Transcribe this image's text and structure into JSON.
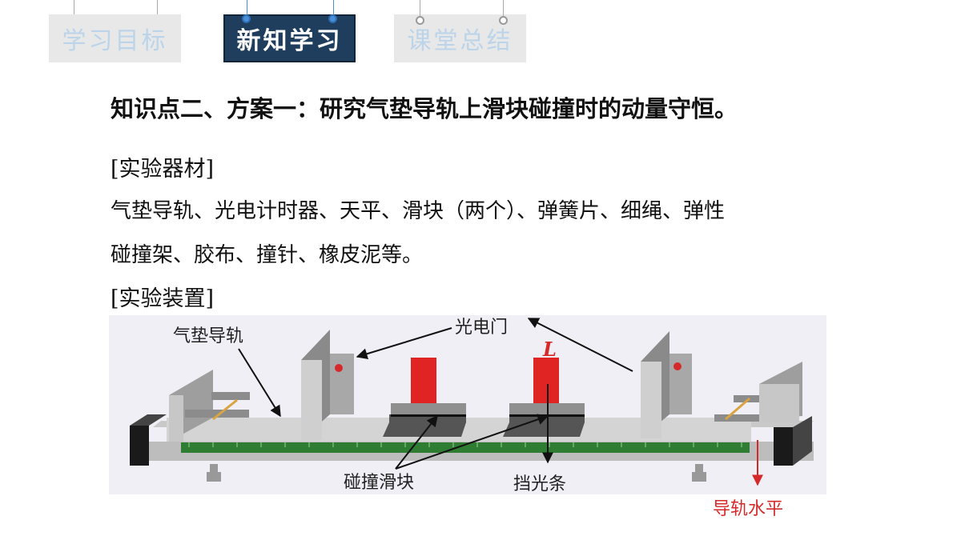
{
  "tabs": [
    {
      "label": "学习目标",
      "state": "inactive"
    },
    {
      "label": "新知学习",
      "state": "active"
    },
    {
      "label": "课堂总结",
      "state": "inactive"
    }
  ],
  "heading": "知识点二、方案一：研究气垫导轨上滑块碰撞时的动量守恒。",
  "equipment": {
    "title": "[实验器材]",
    "line1": "气垫导轨、光电计时器、天平、滑块（两个）、弹簧片、细绳、弹性",
    "line2": "碰撞架、胶布、撞针、橡皮泥等。"
  },
  "setup": {
    "title": "[实验装置]"
  },
  "diagram": {
    "labels": {
      "air_track": "气垫导轨",
      "photogate": "光电门",
      "shade_length": "L",
      "sliders": "碰撞滑块",
      "shade_strip": "挡光条",
      "track_level": "导轨水平"
    }
  },
  "colors": {
    "active_tab": "#1f3d5c",
    "inactive_tab": "#e8e8e8",
    "inactive_tab_text": "#bcd4ea",
    "accent_red": "#d62a2a",
    "scale_green": "#2e7d32"
  }
}
